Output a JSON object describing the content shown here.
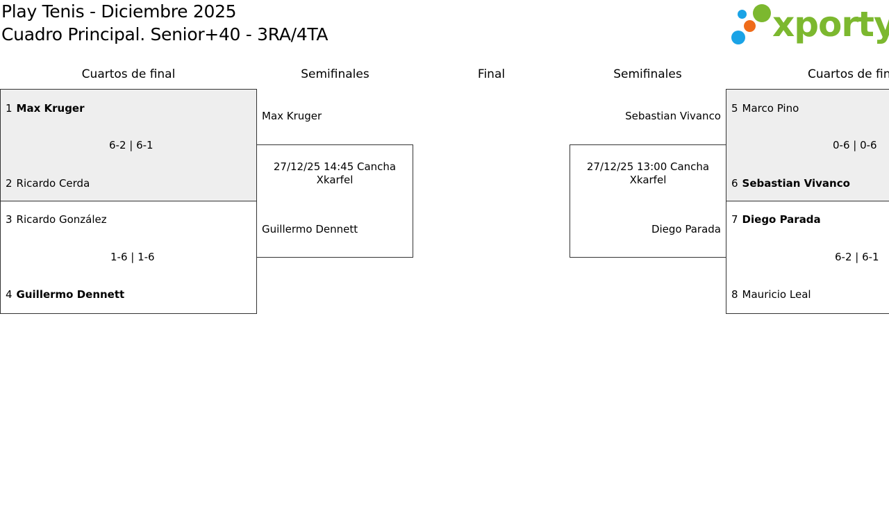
{
  "header": {
    "title_line1": "Play Tenis - Diciembre 2025",
    "title_line2": "Cuadro Principal. Senior+40 - 3RA/4TA"
  },
  "logo": {
    "text": "xporty",
    "colors": {
      "green": "#7cb82f",
      "blue": "#1aa3e6",
      "orange": "#ef6c1a"
    }
  },
  "columns": {
    "qf_left": "Cuartos de final",
    "sf_left": "Semifinales",
    "final": "Final",
    "sf_right": "Semifinales",
    "qf_right": "Cuartos de fin"
  },
  "quarterfinals": [
    {
      "top": {
        "seed": "1",
        "name": "Max Kruger",
        "winner": true
      },
      "bottom": {
        "seed": "2",
        "name": "Ricardo Cerda",
        "winner": false
      },
      "score": "6-2 | 6-1"
    },
    {
      "top": {
        "seed": "3",
        "name": "Ricardo González",
        "winner": false
      },
      "bottom": {
        "seed": "4",
        "name": "Guillermo Dennett",
        "winner": true
      },
      "score": "1-6 | 1-6"
    },
    {
      "top": {
        "seed": "5",
        "name": "Marco Pino",
        "winner": false
      },
      "bottom": {
        "seed": "6",
        "name": "Sebastian Vivanco",
        "winner": true
      },
      "score": "0-6 | 0-6"
    },
    {
      "top": {
        "seed": "7",
        "name": "Diego Parada",
        "winner": true
      },
      "bottom": {
        "seed": "8",
        "name": "Mauricio Leal",
        "winner": false
      },
      "score": "6-2 | 6-1"
    }
  ],
  "semifinals": [
    {
      "top_name": "Max Kruger",
      "bottom_name": "Guillermo Dennett",
      "schedule": "27/12/25 14:45 Cancha Xkarfel"
    },
    {
      "top_name": "Sebastian Vivanco",
      "bottom_name": "Diego Parada",
      "schedule": "27/12/25 13:00 Cancha Xkarfel"
    }
  ]
}
